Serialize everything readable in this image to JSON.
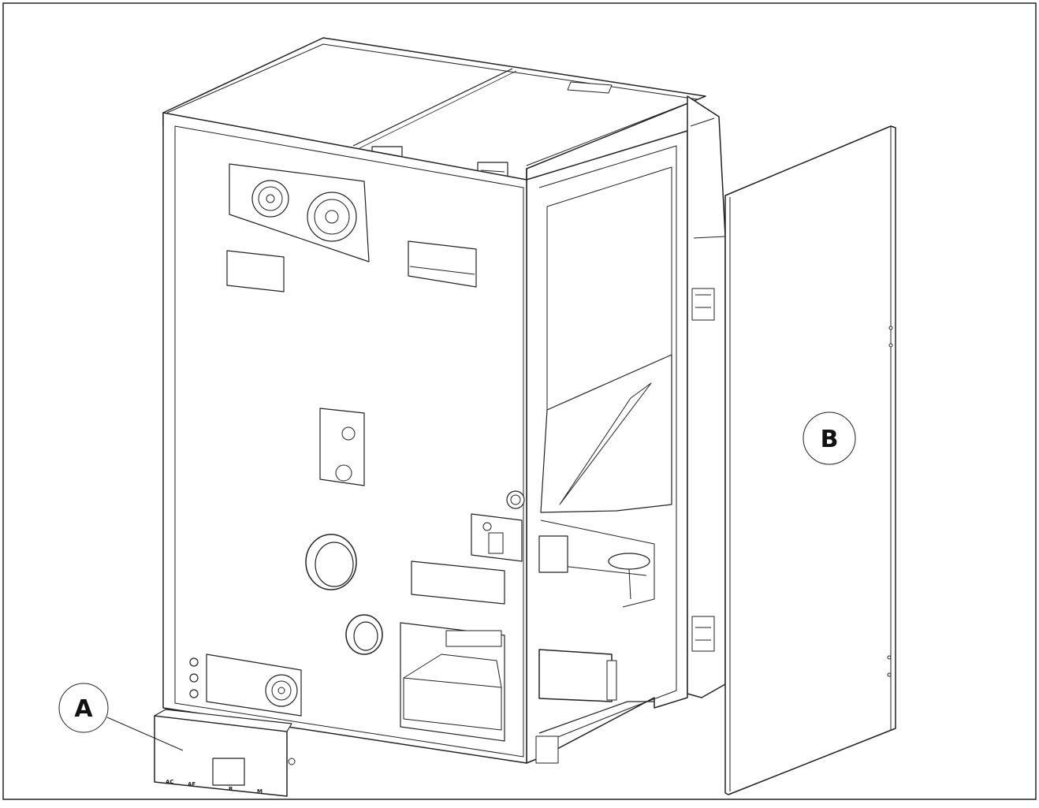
{
  "figure": {
    "callouts": [
      {
        "id": "A",
        "label": "A"
      },
      {
        "id": "B",
        "label": "B"
      }
    ],
    "box_labels": {
      "ac": "AC",
      "af": "AF",
      "r": "R",
      "m": "M"
    }
  }
}
